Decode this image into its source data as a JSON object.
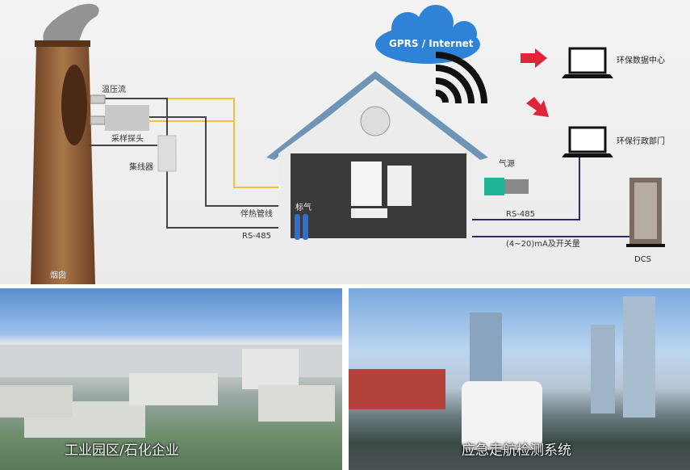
{
  "diagram": {
    "cloud_label": "GPRS / Internet",
    "chimney_label": "烟囱",
    "sensor_label": "温压流",
    "probe_label": "采样探头",
    "hub_label": "集线器",
    "heat_line_label": "伴热管线",
    "rs485_left_label": "RS-485",
    "gas_label": "标气",
    "air_source_label": "气源",
    "rs485_right_label": "RS-485",
    "analog_label": "(4~20)mA及开关量",
    "dcs_label": "DCS",
    "data_center_label": "环保数据中心",
    "agency_label": "环保行政部门"
  },
  "photos": {
    "left_caption": "工业园区/石化企业",
    "right_caption": "应急走航检测系统"
  },
  "colors": {
    "chimney": "#8a5a34",
    "cloud": "#2f83d6",
    "arrow": "#e0253a",
    "house_interior": "#3a3a3a",
    "roof": "#6e95b6",
    "heat_line": "#f0c040",
    "signal_line": "#2b2a6b"
  }
}
